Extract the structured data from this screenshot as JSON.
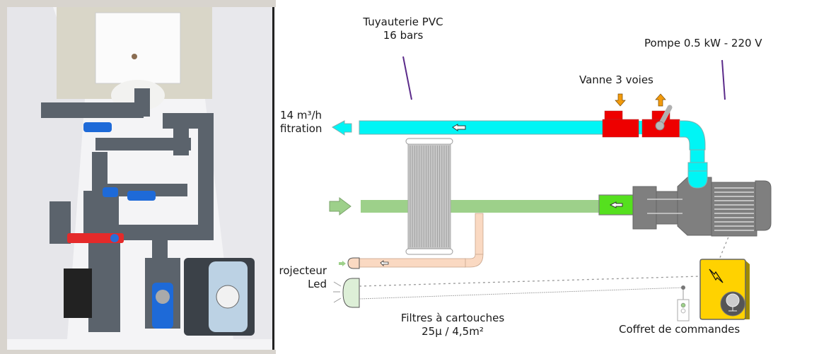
{
  "title": "Local technique piscine - schéma de filtration",
  "photo": {
    "description": "Photo du local technique avec pompe, vannes PVC, skimmer et coffret de commande"
  },
  "labels": {
    "pipe_line1": "Tuyauterie PVC",
    "pipe_line2": "16 bars",
    "pump": "Pompe 0.5 kW - 220 V",
    "valve": "Vanne 3 voies",
    "flow_line1": "14 m³/h",
    "flow_line2": "fitration",
    "projector_line1": "rojecteur",
    "projector_line2": "Led",
    "filter_line1": "Filtres à cartouches",
    "filter_line2": "25µ / 4,5m²",
    "control_box": "Coffret de commandes"
  },
  "colors": {
    "return_pipe": "#00f5f5",
    "suction_pipe": "#9dd08a",
    "pump_inlet": "#55e01e",
    "valve": "#ee0000",
    "valve_arrow": "#f29a0c",
    "pump_body": "#7f7f7f",
    "light_pipe": "#fad9c2",
    "control_box": "#ffd200",
    "leader_line": "#5b2b8a"
  },
  "icons": {
    "return_arrow": "arrow-left-icon",
    "suction_arrow": "arrow-right-icon",
    "lightning": "lightning-icon",
    "timer": "timer-icon"
  }
}
